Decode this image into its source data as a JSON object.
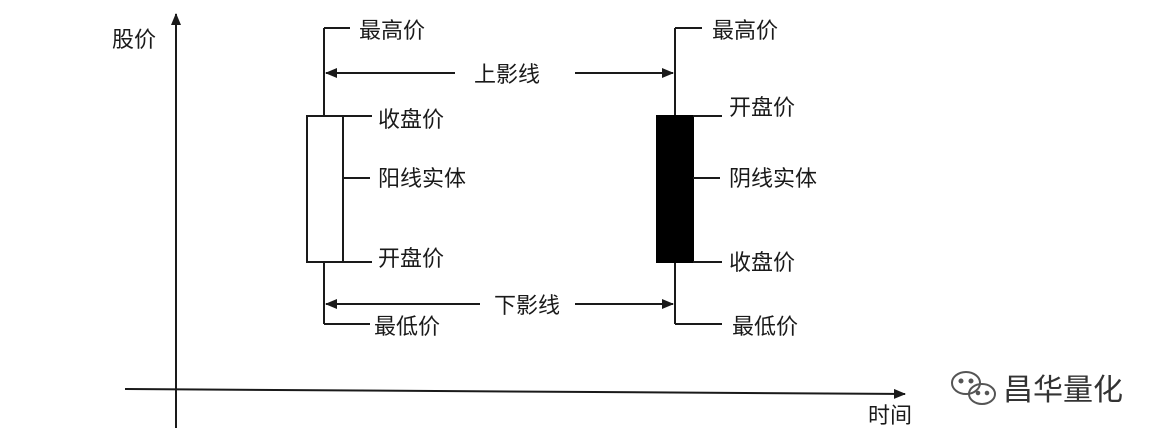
{
  "axes": {
    "y_label": "股价",
    "x_label": "时间"
  },
  "bullish_candle": {
    "high_label": "最高价",
    "close_label": "收盘价",
    "body_label": "阳线实体",
    "open_label": "开盘价",
    "low_label": "最低价"
  },
  "bearish_candle": {
    "high_label": "最高价",
    "open_label": "开盘价",
    "body_label": "阴线实体",
    "close_label": "收盘价",
    "low_label": "最低价"
  },
  "annotations": {
    "upper_shadow": "上影线",
    "lower_shadow": "下影线"
  },
  "watermark": {
    "text": "昌华量化",
    "icon": "wechat-icon"
  },
  "colors": {
    "line": "#1a1a1a",
    "bearish_body": "#000000",
    "bullish_body": "#ffffff"
  }
}
